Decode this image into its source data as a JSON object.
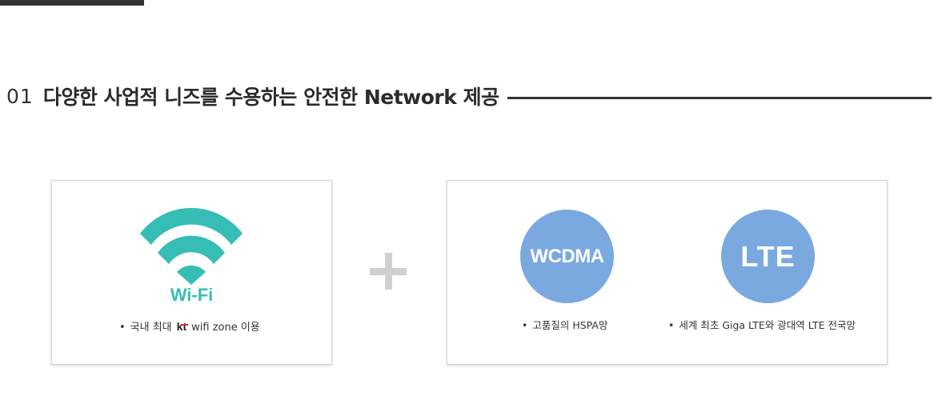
{
  "heading": {
    "number": "01",
    "title": "다양한 사업적 니즈를 수용하는 안전한 Network 제공"
  },
  "wifi_card": {
    "label": "Wi-Fi",
    "caption_bullet": "•",
    "caption_before": "국내 최대",
    "logo_k": "k",
    "logo_t": "t",
    "caption_after": "wifi zone 이용",
    "icon_color": "#36bdb5"
  },
  "plus_sign": "plus-icon",
  "mobile_card": {
    "wcdma": {
      "label": "WCDMA",
      "caption_bullet": "•",
      "caption": "고품질의 HSPA망"
    },
    "lte": {
      "label": "LTE",
      "caption_bullet": "•",
      "caption": "세계 최초 Giga LTE와 광대역 LTE 전국망"
    },
    "circle_color": "#7aa9e0"
  }
}
